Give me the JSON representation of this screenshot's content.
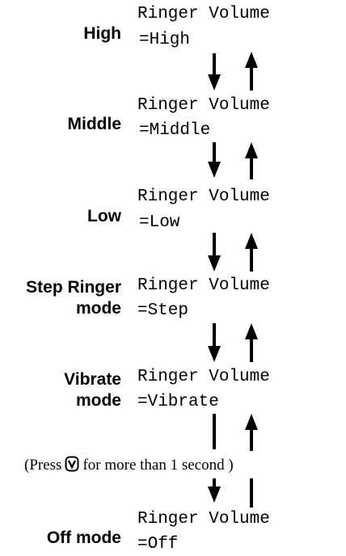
{
  "states": [
    {
      "mode_label": "High",
      "mode_label_line2": "",
      "display_line1": "Ringer Volume",
      "display_line2": "=High"
    },
    {
      "mode_label": "Middle",
      "mode_label_line2": "",
      "display_line1": "Ringer Volume",
      "display_line2": "=Middle"
    },
    {
      "mode_label": "Low",
      "mode_label_line2": "",
      "display_line1": "Ringer Volume",
      "display_line2": "=Low"
    },
    {
      "mode_label": "Step Ringer",
      "mode_label_line2": "mode",
      "display_line1": "Ringer Volume",
      "display_line2": "=Step"
    },
    {
      "mode_label": "Vibrate",
      "mode_label_line2": "mode",
      "display_line1": "Ringer Volume",
      "display_line2": "=Vibrate"
    },
    {
      "mode_label": "Off mode",
      "mode_label_line2": "",
      "display_line1": "Ringer Volume",
      "display_line2": "=Off"
    }
  ],
  "note": {
    "prefix": "(Press",
    "icon": "volume-down-button-icon",
    "suffix": "for more than 1 second )"
  }
}
